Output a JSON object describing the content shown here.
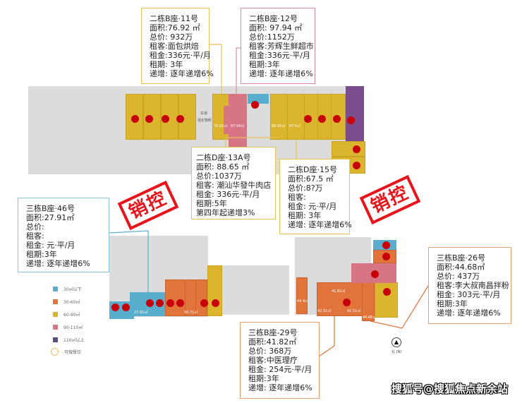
{
  "callouts": {
    "b11": {
      "title": "二栋B座·11号",
      "area": "面积:76.92 ㎡",
      "price": "总价: 932万",
      "tenant": "租客:面包烘焙",
      "rent": "租金:336元·平/月",
      "term": "租期: 3年",
      "increase": "递增: 逐年递增6%"
    },
    "b12": {
      "title": "二栋B座·12号",
      "area": "面积: 97.94 ㎡",
      "price": "总价:1152万",
      "tenant": "租客:芳辉生鲜超市",
      "rent": "租金:336元·平/月",
      "term": "租期:3年",
      "increase": "递增: 逐年递增6%"
    },
    "d13a": {
      "title": "二栋D座·13A号",
      "area": "面积: 88.65 ㎡",
      "price": "总价:1037万",
      "tenant": "租客: 潮汕华發牛肉店",
      "rent": "租金: 336元·平/月",
      "term": "租期:5年",
      "increase": "第四年起递增3%"
    },
    "d15": {
      "title": "二栋D座·15号",
      "area": "面积:67.5 ㎡",
      "price": "总价:8?万",
      "tenant": "租客:",
      "rent": "租金:  元·平/月",
      "term": "租期: 3年",
      "increase": "递增: 逐年递增6%"
    },
    "b46": {
      "title": "三栋B座·46号",
      "area": "面积:27.91㎡",
      "price": "总价:",
      "tenant": "租客:",
      "rent": "租金:  元·平/月",
      "term": "租期:3年",
      "increase": "递增: 逐年递增6%"
    },
    "b29": {
      "title": "三栋B座-29号",
      "area": "面积:41.82㎡",
      "price": "总价: 368万",
      "tenant": "租客:中医理疗",
      "rent": "租金: 254元·平/月",
      "term": "租期:3年",
      "increase": "递增: 逐年递增6%"
    },
    "b26": {
      "title": "三栋B座·26号",
      "area": "面积:44.68㎡",
      "price": "总价: 437万",
      "tenant": "租客:李大叔南昌拌粉",
      "rent": "租金: 303元·平/月",
      "term": "租期:3年",
      "increase": "递增: 逐年递增6%"
    }
  },
  "stamp_text": "销控",
  "legend": [
    {
      "label": "30㎡以下",
      "color": "#5aaecd"
    },
    {
      "label": "30-60㎡",
      "color": "#e0743a"
    },
    {
      "label": "60-90㎡",
      "color": "#dbb52d"
    },
    {
      "label": "90-110㎡",
      "color": "#d87585"
    },
    {
      "label": "110㎡以上",
      "color": "#7a4e8e"
    },
    {
      "label": "可做餐饮",
      "color": "#f0c070"
    }
  ],
  "units": {
    "u11": "76.92㎡",
    "u12": "97.94㎡",
    "u13a": "88.65㎡",
    "u15": "67.5㎡",
    "u46": "27.91㎡",
    "u41": "50.71㎡",
    "u30": "44.4㎡",
    "u29": "41.82㎡",
    "u27": "42.51㎡",
    "u26": "44.68㎡",
    "u30b": "42.51㎡",
    "lane": "车道",
    "room": "强化物料"
  },
  "compass": "北 (N)",
  "watermark": "搜狐号@搜狐焦点新余站"
}
